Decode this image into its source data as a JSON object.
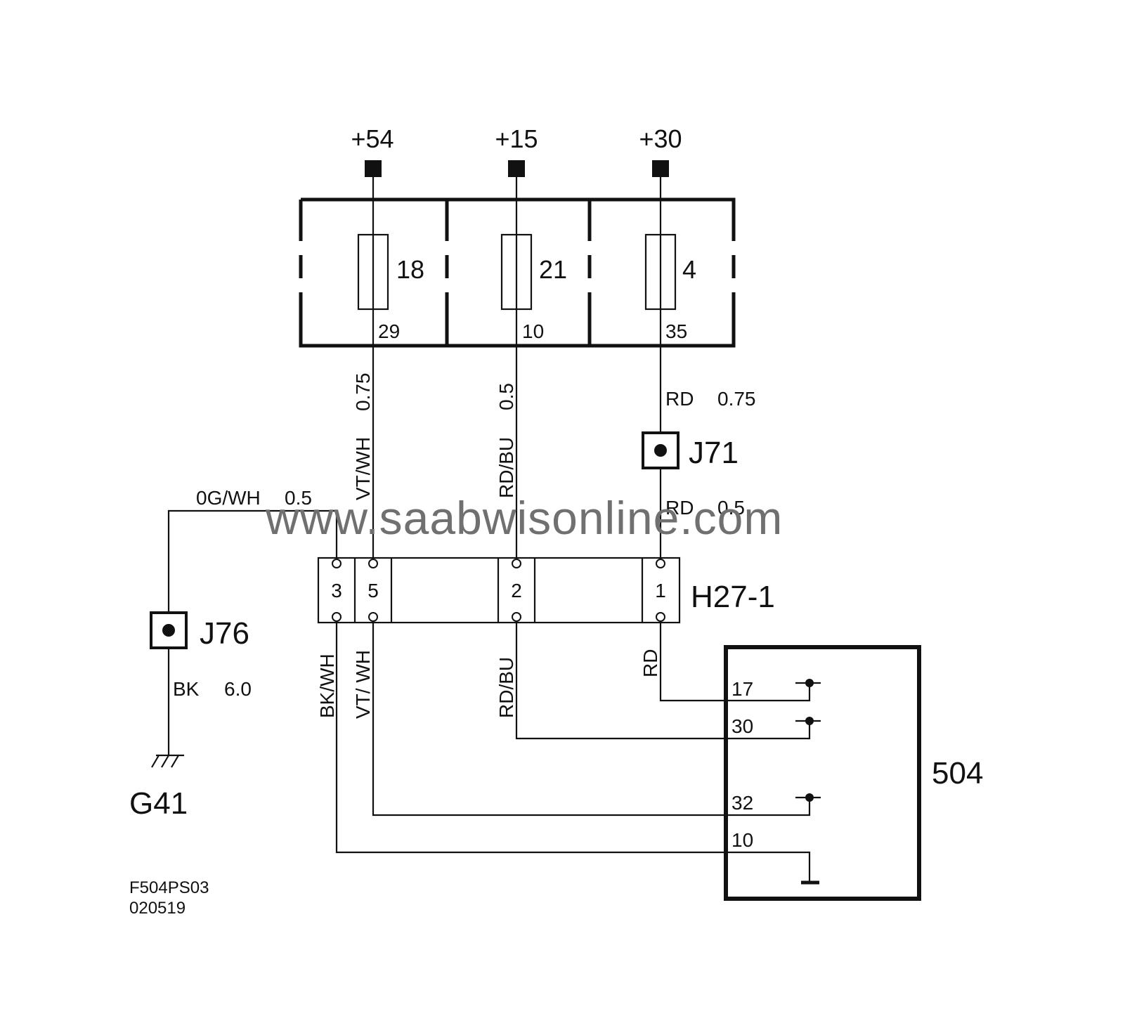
{
  "supplies": [
    "+54",
    "+15",
    "+30"
  ],
  "fuses": [
    {
      "number": "18",
      "pin": "29"
    },
    {
      "number": "21",
      "pin": "10"
    },
    {
      "number": "4",
      "pin": "35"
    }
  ],
  "wires": {
    "w54_color": "VT/WH",
    "w54_size": "0.75",
    "w15_color": "RD/BU",
    "w15_size": "0.5",
    "w30_color": "RD",
    "w30_size": "0.75",
    "w30b_color": "RD",
    "w30b_size": "0.5",
    "og_color": "0G/WH",
    "og_size": "0.5",
    "bk_color": "BK",
    "bk_size": "6.0",
    "lower_bkwh": "BK/WH",
    "lower_vtwh": "VT/ WH",
    "lower_rdbu": "RD/BU",
    "lower_rd": "RD"
  },
  "splices": {
    "j71": "J71",
    "j76": "J76"
  },
  "connector": {
    "name": "H27-1",
    "pins": [
      "3",
      "5",
      "2",
      "1"
    ]
  },
  "ground": "G41",
  "component": {
    "number": "504",
    "pins": [
      "17",
      "30",
      "32",
      "10"
    ]
  },
  "watermark": "www.saabwisonline.com",
  "footer": {
    "code": "F504PS03",
    "date": "020519"
  },
  "colors": {
    "line": "#111111",
    "watermark": "#707070",
    "background": "#ffffff"
  }
}
